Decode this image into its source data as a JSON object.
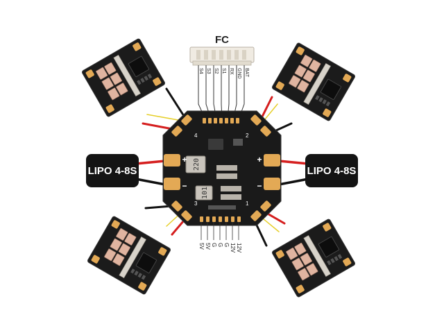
{
  "title": "FC",
  "connector_pins": [
    "S4",
    "S3",
    "S2",
    "S1",
    "RX",
    "GND",
    "BAT"
  ],
  "batteries": [
    {
      "id": "left",
      "label": "LIPO 4-8S"
    },
    {
      "id": "right",
      "label": "LIPO 4-8S"
    }
  ],
  "power_pins": [
    "5V",
    "5V",
    "G",
    "G",
    "G",
    "12V",
    "12V"
  ],
  "inductors": [
    "220",
    "101"
  ],
  "signs": {
    "plus": "+",
    "minus": "−"
  },
  "motor_numbers": [
    "1",
    "2",
    "3",
    "4"
  ],
  "colors": {
    "board": "#1a1a1a",
    "pad": "#e3a955",
    "wire_red": "#d51e1e",
    "wire_black": "#111111",
    "wire_yellow": "#e6cf2a",
    "battery": "#141414",
    "connector": "#f0ebe2"
  }
}
